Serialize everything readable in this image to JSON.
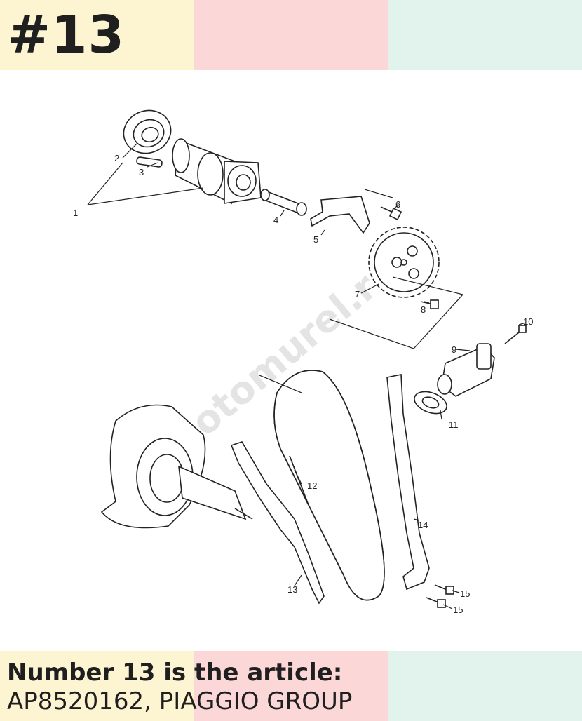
{
  "header": {
    "part_number": "#13",
    "colors": [
      "#fdf4d2",
      "#fbd8d7",
      "#e2f2ec"
    ]
  },
  "diagram": {
    "callouts": [
      "1",
      "2",
      "3",
      "4",
      "5",
      "6",
      "7",
      "8",
      "9",
      "10",
      "11",
      "12",
      "13",
      "14",
      "15",
      "15"
    ],
    "watermark": "motomurel.r"
  },
  "footer": {
    "heading": "Number 13 is the article:",
    "article": "AP8520162, PIAGGIO GROUP",
    "colors": [
      "#fdf4d2",
      "#fbd8d7",
      "#e2f2ec"
    ]
  }
}
